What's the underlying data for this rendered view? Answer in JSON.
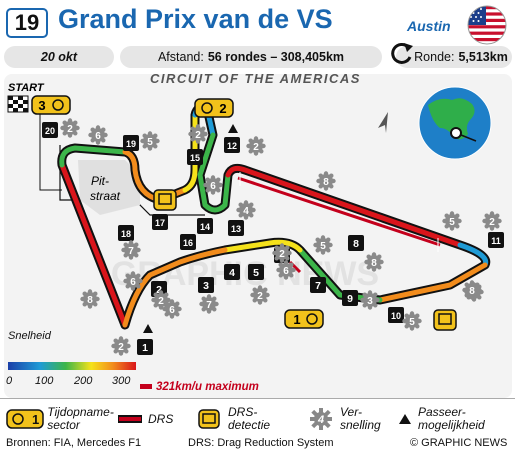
{
  "header": {
    "round": "19",
    "title": "Grand Prix van de VS",
    "city": "Austin",
    "date": "20 okt",
    "distance_label": "Afstand:",
    "distance_value": "56 rondes – 308,405km",
    "lap_label": "Ronde:",
    "lap_value": "5,513km"
  },
  "circuit_name": "CIRCUIT OF THE AMERICAS",
  "map": {
    "start_label": "START",
    "pit_label_1": "Pit-",
    "pit_label_2": "straat",
    "watermark": "GRAPHIC NEWS",
    "sector_markers": [
      "3",
      "2",
      "1"
    ],
    "corners": [
      "1",
      "2",
      "3",
      "4",
      "5",
      "6",
      "7",
      "8",
      "9",
      "10",
      "11",
      "12",
      "13",
      "14",
      "15",
      "16",
      "17",
      "18",
      "19",
      "20"
    ],
    "gears": [
      "2",
      "6",
      "5",
      "8",
      "2",
      "2",
      "4",
      "6",
      "6",
      "5",
      "2",
      "2",
      "2",
      "6",
      "7",
      "6",
      "2",
      "8",
      "3",
      "8",
      "8",
      "5",
      "7",
      "2",
      "5",
      "8"
    ]
  },
  "speed_scale": {
    "label": "Snelheid",
    "ticks": [
      "0",
      "100",
      "200",
      "300"
    ],
    "max": "321km/u maximum",
    "colors": [
      "#1b3fa8",
      "#1f9bd6",
      "#3cb54a",
      "#f5e21b",
      "#f28c1c",
      "#d9151b"
    ]
  },
  "legend": {
    "sector_num": "1",
    "sector_label_1": "Tijdopname-",
    "sector_label_2": "sector",
    "drs_label": "DRS",
    "drs_detect_1": "DRS-",
    "drs_detect_2": "detectie",
    "gear_num": "4",
    "gear_label_1": "Ver-",
    "gear_label_2": "snelling",
    "passing_label_1": "Passeer-",
    "passing_label_2": "mogelijkheid"
  },
  "footer": {
    "sources": "Bronnen: FIA, Mercedes F1",
    "drs_note": "DRS: Drag Reduction System",
    "copyright": "© GRAPHIC NEWS"
  },
  "colors": {
    "accent": "#1a67b0",
    "drs": "#c4001c",
    "sector": "#f2c21b"
  }
}
